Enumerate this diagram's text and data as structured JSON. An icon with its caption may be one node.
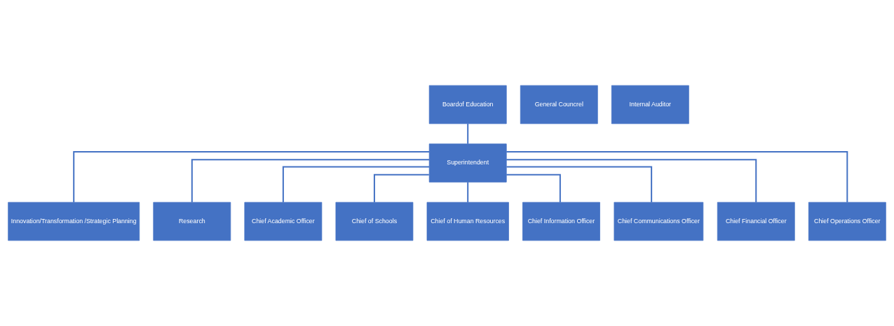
{
  "diagram": {
    "nodes": [
      {
        "text": [
          "Boardof Education"
        ]
      },
      {
        "text": [
          "General Councrel"
        ]
      },
      {
        "text": [
          "Internal Auditor"
        ]
      },
      {
        "text": [
          "Superintendent"
        ]
      },
      {
        "text": [
          "Innovation/Transformation /Strategic Planning"
        ]
      },
      {
        "text": [
          "Research"
        ]
      },
      {
        "text": [
          "Chief Academic Officer"
        ]
      },
      {
        "text": [
          "Chief of Schools"
        ]
      },
      {
        "text": [
          "Chief of Human Resources"
        ]
      },
      {
        "text": [
          "Chief Information Officer"
        ]
      },
      {
        "text": [
          "Chief Communications Officer"
        ]
      },
      {
        "text": [
          "Chief Financial Officer"
        ]
      },
      {
        "text": [
          "Chief Operations Officer"
        ]
      }
    ],
    "edges": [
      {
        "from": 0,
        "to": 3,
        "arrow": "none"
      },
      {
        "from": 3,
        "to": 4,
        "arrow": "none"
      },
      {
        "from": 3,
        "to": 5,
        "arrow": "none"
      },
      {
        "from": 3,
        "to": 6,
        "arrow": "none"
      },
      {
        "from": 3,
        "to": 7,
        "arrow": "none"
      },
      {
        "from": 3,
        "to": 8,
        "arrow": "none"
      },
      {
        "from": 3,
        "to": 9,
        "arrow": "none"
      },
      {
        "from": 3,
        "to": 10,
        "arrow": "none"
      },
      {
        "from": 3,
        "to": 11,
        "arrow": "none"
      },
      {
        "from": 3,
        "to": 12,
        "arrow": "none"
      }
    ]
  }
}
